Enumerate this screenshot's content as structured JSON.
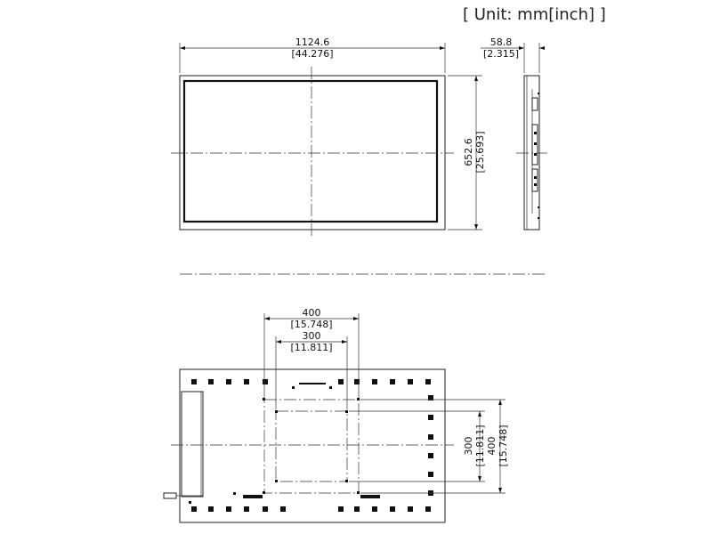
{
  "unit_label": "[ Unit: mm[inch] ]",
  "front_view": {
    "width_mm": "1124.6",
    "width_in": "[44.276]",
    "height_mm": "652.6",
    "height_in": "[25.693]"
  },
  "side_view": {
    "depth_mm": "58.8",
    "depth_in": "[2.315]"
  },
  "rear_view": {
    "vesa_outer_h_mm": "400",
    "vesa_outer_h_in": "[15.748]",
    "vesa_inner_h_mm": "300",
    "vesa_inner_h_in": "[11.811]",
    "vesa_inner_v_mm": "300",
    "vesa_inner_v_in": "[11.811]",
    "vesa_outer_v_mm": "400",
    "vesa_outer_v_in": "[15.748]"
  }
}
